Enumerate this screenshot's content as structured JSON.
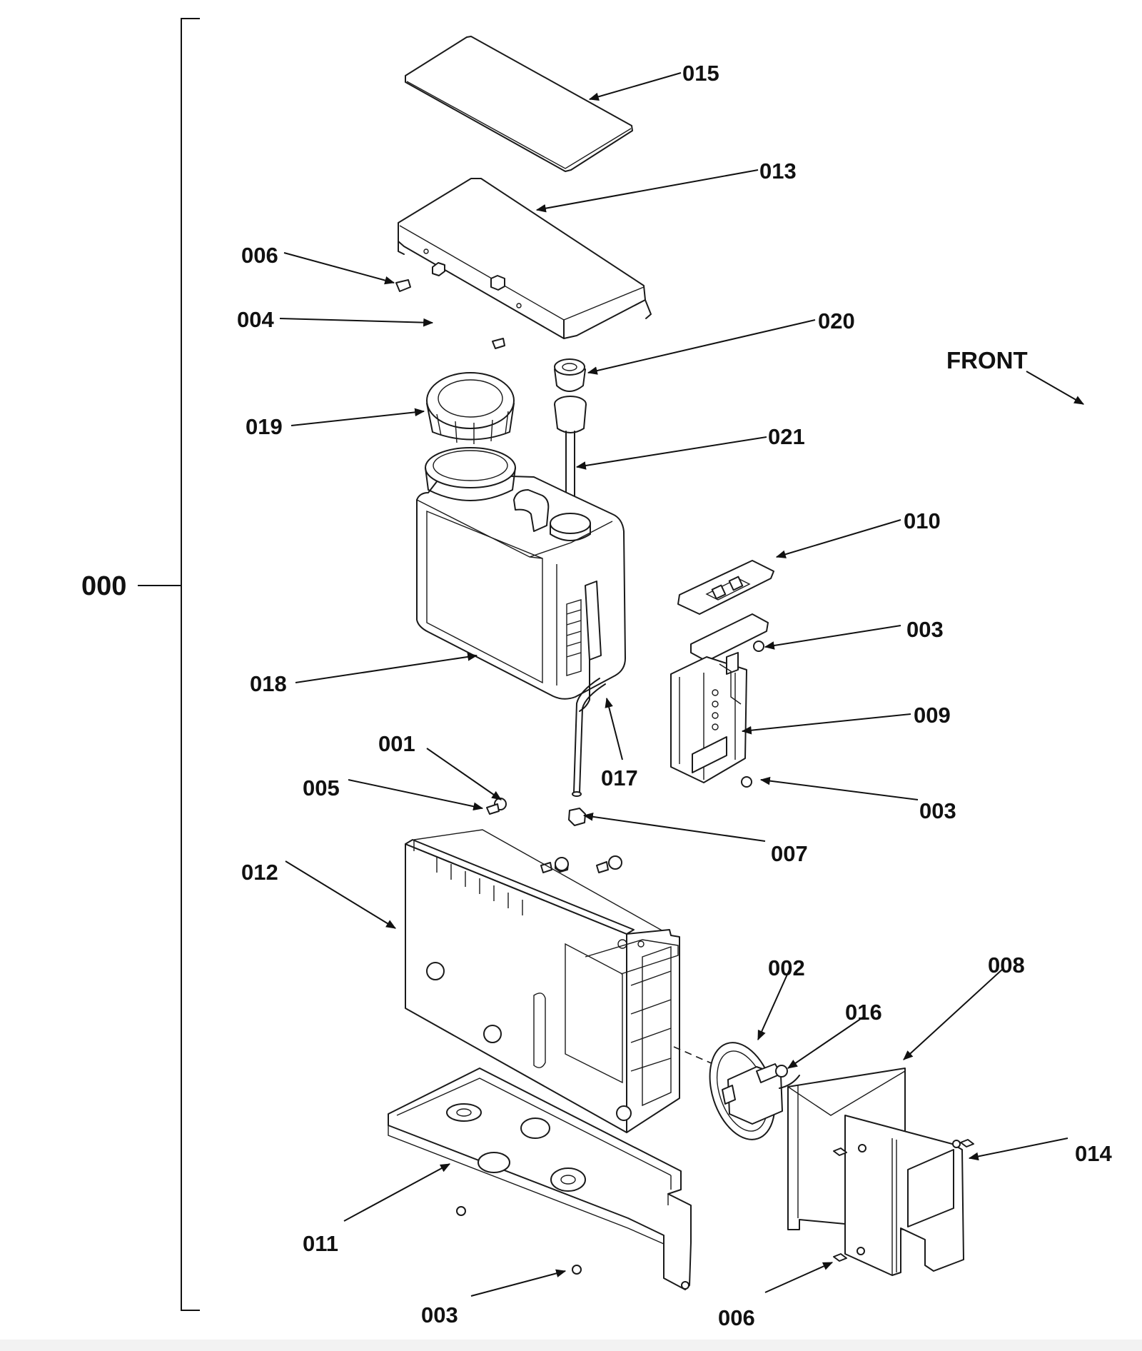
{
  "assembly": {
    "label": "000"
  },
  "direction": {
    "label": "FRONT"
  },
  "callouts": [
    {
      "id": "015"
    },
    {
      "id": "013"
    },
    {
      "id": "006"
    },
    {
      "id": "004"
    },
    {
      "id": "020"
    },
    {
      "id": "019"
    },
    {
      "id": "021"
    },
    {
      "id": "010"
    },
    {
      "id": "003"
    },
    {
      "id": "018"
    },
    {
      "id": "009"
    },
    {
      "id": "001"
    },
    {
      "id": "017"
    },
    {
      "id": "005"
    },
    {
      "id": "003"
    },
    {
      "id": "007"
    },
    {
      "id": "012"
    },
    {
      "id": "002"
    },
    {
      "id": "008"
    },
    {
      "id": "016"
    },
    {
      "id": "014"
    },
    {
      "id": "011"
    },
    {
      "id": "003"
    },
    {
      "id": "006"
    }
  ]
}
